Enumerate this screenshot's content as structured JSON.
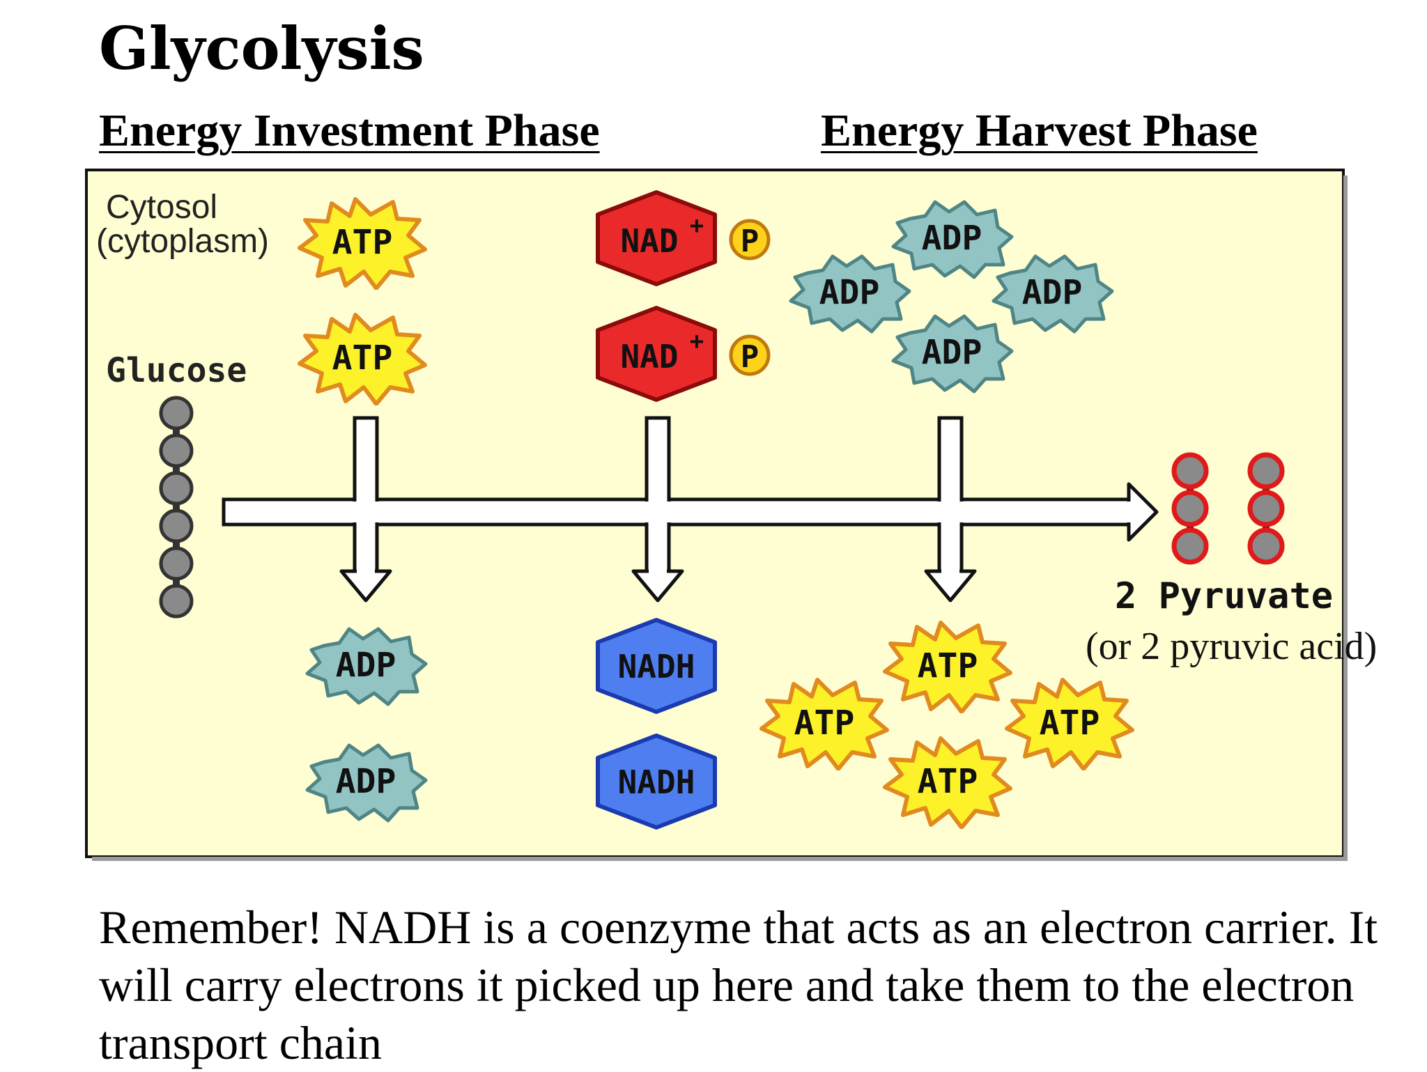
{
  "title": "Glycolysis",
  "phases": {
    "investment": "Energy Investment Phase",
    "harvest": "Energy Harvest Phase"
  },
  "labels": {
    "cytosol": "Cytosol",
    "cytoplasm": "(cytoplasm)",
    "glucose": "Glucose",
    "pyruvate": "2 Pyruvate",
    "pyruvic": "(or 2 pyruvic acid)"
  },
  "molecules": {
    "atp": "ATP",
    "adp": "ADP",
    "nad": "NAD",
    "nad_plus": "+",
    "nadh": "NADH",
    "phosphate": "P"
  },
  "footnote": "Remember!  NADH is a coenzyme that acts as an electron carrier.  It will carry electrons it picked up here and take them to the electron transport chain",
  "colors": {
    "panel": "#fefed2",
    "atp_fill": "#fdf22a",
    "atp_stroke": "#e08a1f",
    "adp_fill": "#93c4c4",
    "adp_stroke": "#4f8585",
    "nad_fill": "#ea2a2a",
    "nad_stroke": "#8b0a0a",
    "nadh_fill": "#4f7ef0",
    "nadh_stroke": "#1a3ab0",
    "phosphate_fill": "#fdd21a",
    "carbon_fill": "#8a8a8a",
    "pyruvate_ring": "#e01a1a"
  }
}
